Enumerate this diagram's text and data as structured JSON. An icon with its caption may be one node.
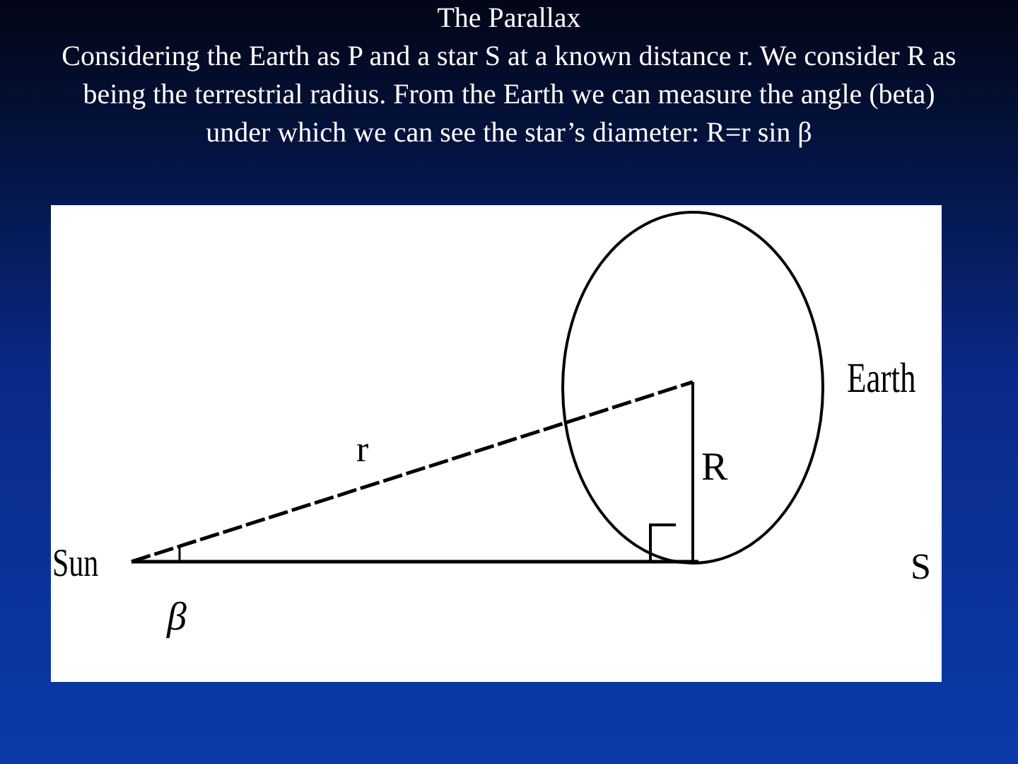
{
  "diagram": {
    "title": "The Parallax",
    "caption": "Considering the Earth as P and a star S at a known distance r. We consider R as being the terrestrial radius. From the Earth we can measure the angle (beta) under which we can see the star’s diameter: R=r sin β",
    "labels": [
      "Earth",
      "r",
      "R",
      "Sun",
      "S",
      "β"
    ]
  }
}
